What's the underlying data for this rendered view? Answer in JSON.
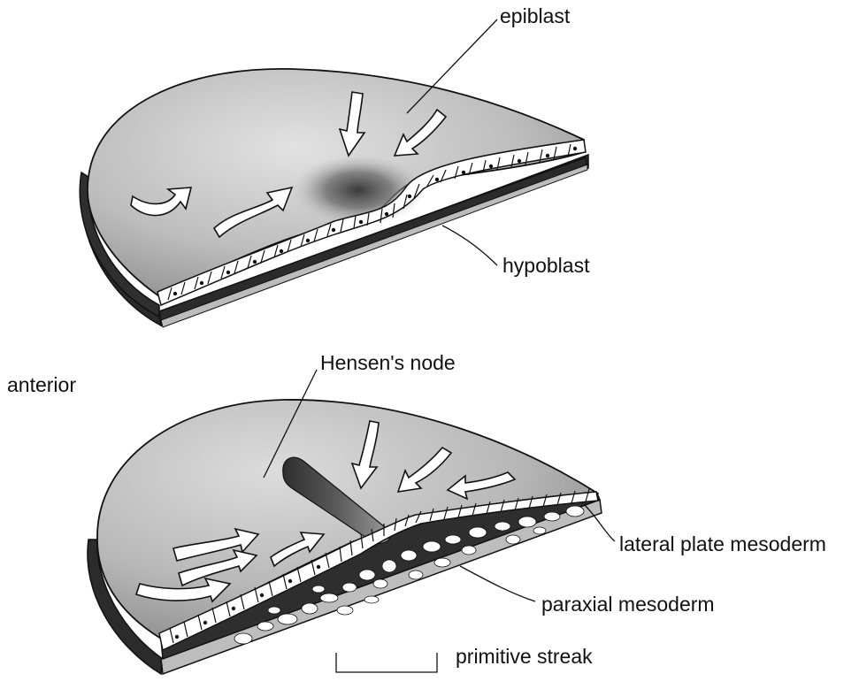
{
  "labels": {
    "epiblast": "epiblast",
    "hypoblast": "hypoblast",
    "anterior": "anterior",
    "hensens_node": "Hensen's node",
    "lateral_plate_mesoderm": "lateral plate mesoderm",
    "paraxial_mesoderm": "paraxial mesoderm",
    "primitive_streak": "primitive streak"
  },
  "colors": {
    "surface": "#c9c9c9",
    "dark_layer": "#2b2b2b",
    "cell_fill": "#ffffff",
    "outline": "#111111",
    "arrow_fill": "#ffffff"
  }
}
